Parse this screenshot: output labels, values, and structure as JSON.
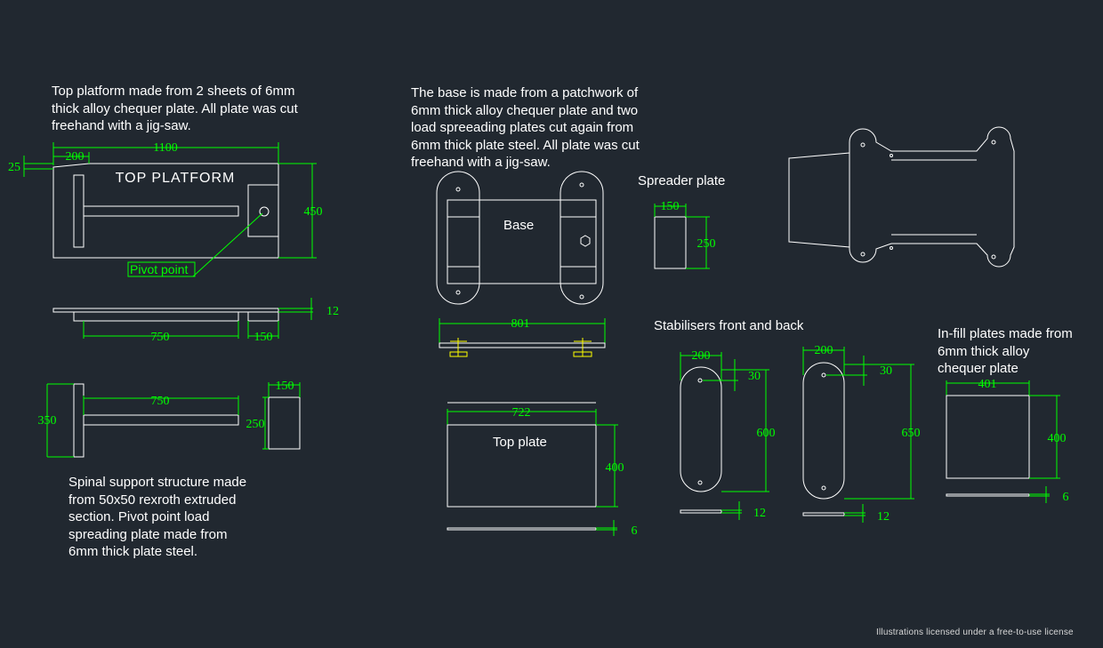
{
  "notes": {
    "top_platform": "Top platform made from 2 sheets of 6mm\nthick alloy chequer plate. All plate was cut\nfreehand with a jig-saw.",
    "base": "The base is made from a patchwork of\n6mm thick alloy chequer plate and two\nload spreeading plates cut again from\n6mm thick plate steel. All plate was cut\nfreehand with a jig-saw.",
    "spinal": "Spinal support structure made\nfrom 50x50 rexroth extruded\nsection. Pivot point load\nspreading plate made from\n6mm thick plate steel.",
    "infill": "In-fill plates made from\n6mm thick alloy\nchequer plate"
  },
  "labels": {
    "top_platform_title": "TOP PLATFORM",
    "pivot_point": "Pivot point",
    "base": "Base",
    "spreader_plate": "Spreader plate",
    "stabilisers": "Stabilisers front and back",
    "top_plate": "Top plate"
  },
  "dimensions": {
    "tp_1100": "1100",
    "tp_200": "200",
    "tp_25": "25",
    "tp_450": "450",
    "tp_12": "12",
    "tp_750": "750",
    "tp_150": "150",
    "sp_350": "350",
    "sp_750": "750",
    "sp_150": "150",
    "sp_250": "250",
    "base_801": "801",
    "spr_150": "150",
    "spr_250": "250",
    "topp_722": "722",
    "topp_400": "400",
    "topp_6": "6",
    "st1_200": "200",
    "st1_30": "30",
    "st1_600": "600",
    "st1_12": "12",
    "st2_200": "200",
    "st2_30": "30",
    "st2_650": "650",
    "st2_12": "12",
    "inf_401": "401",
    "inf_400": "400",
    "inf_6": "6"
  },
  "watermark": "Illustrations licensed under a free-to-use license",
  "colors": {
    "background": "#212830",
    "linework": "#ffffff",
    "dimensions": "#00ff00",
    "hardware": "#ffff00"
  }
}
